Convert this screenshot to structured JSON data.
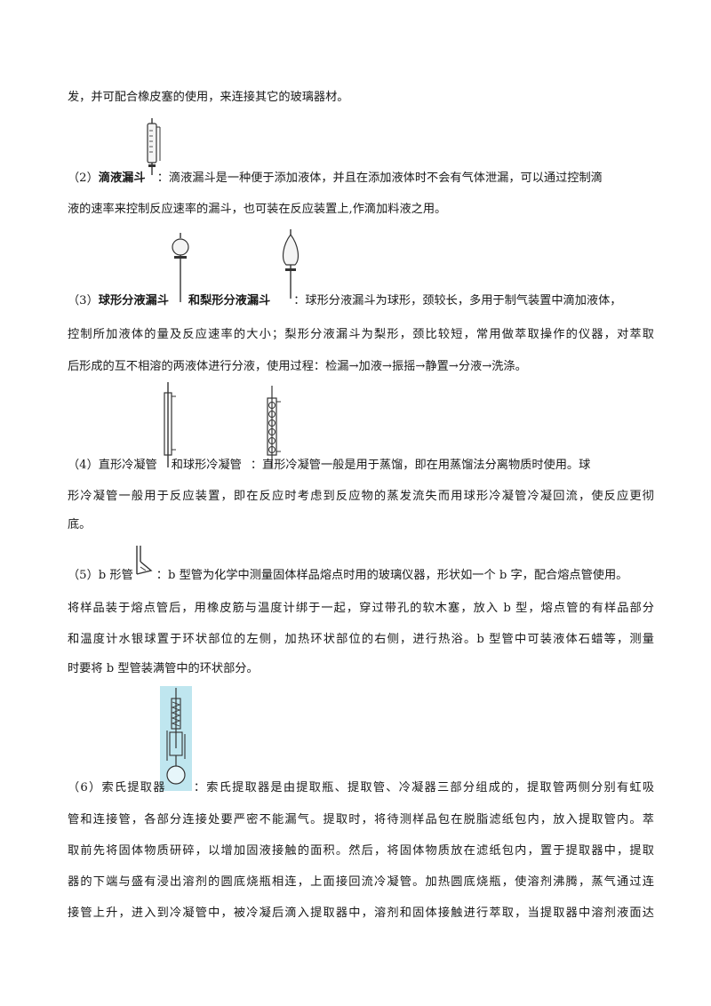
{
  "p0": {
    "l1": "发，并可配合橡皮塞的使用，来连接其它的玻璃器材。"
  },
  "p2": {
    "num": "（2）",
    "name": "滴液漏斗",
    "l1_rest": "：滴液漏斗是一种便于添加液体，并且在添加液体时不会有气体泄漏，可以通过控制滴",
    "l2": "液的速率来控制反应速率的漏斗，也可装在反应装置上,作滴加料液之用。"
  },
  "p3": {
    "num": "（3）",
    "name1": "球形分液漏斗",
    "mid": "和梨形分液漏斗",
    "l1_rest": "：球形分液漏斗为球形，颈较长，多用于制气装置中滴加液体，",
    "l2": "控制所加液体的量及反应速率的大小；梨形分液漏斗为梨形，颈比较短，常用做萃取操作的仪器，对萃取",
    "l3": "后形成的互不相溶的两液体进行分液，使用过程：检漏→加液→振摇→静置→分液→洗涤。"
  },
  "p4": {
    "num": "（4）",
    "name1": "直形冷凝管",
    "mid": "和球形冷凝管",
    "l1_rest": "：直形冷凝管一般是用于蒸馏，即在用蒸馏法分离物质时使用。球",
    "l2": "形冷凝管一般用于反应装置，即在反应时考虑到反应物的蒸发流失而用球形冷凝管冷凝回流，使反应更彻",
    "l3": "底。"
  },
  "p5": {
    "num": "（5）",
    "name": "b 形管",
    "l1_rest": "：b 型管为化学中测量固体样品熔点时用的玻璃仪器，形状如一个 b 字，配合熔点管使用。",
    "l2": "将样品装于熔点管后，用橡皮筋与温度计绑于一起，穿过带孔的软木塞，放入 b 型，熔点管的有样品部分",
    "l3": "和温度计水银球置于环状部位的左侧，加热环状部位的右侧，进行热浴。b 型管中可装液体石蜡等，测量",
    "l4": "时要将 b 型管装满管中的环状部分。"
  },
  "p6": {
    "num": "（6）",
    "name": "索氏提取器",
    "l1_rest": "：索氏提取器是由提取瓶、提取管、冷凝器三部分组成的，提取管两侧分别有虹吸",
    "l2": "管和连接管，各部分连接处要严密不能漏气。提取时，将待测样品包在脱脂滤纸包内，放入提取管内。萃",
    "l3": "取前先将固体物质研碎，以增加固液接触的面积。然后，将固体物质放在滤纸包内，置于提取器中，提取",
    "l4": "器的下端与盛有浸出溶剂的圆底烧瓶相连，上面接回流冷凝管。加热圆底烧瓶，使溶剂沸腾，蒸气通过连",
    "l5": "接管上升，进入到冷凝管中，被冷凝后滴入提取器中，溶剂和固体接触进行萃取，当提取器中溶剂液面达"
  },
  "icons": {
    "dropping_funnel": "dropping-funnel-icon",
    "spherical_funnel": "spherical-separatory-funnel-icon",
    "pear_funnel": "pear-separatory-funnel-icon",
    "straight_condenser": "straight-condenser-icon",
    "bulb_condenser": "bulb-condenser-icon",
    "thiele_tube": "thiele-tube-icon",
    "soxhlet": "soxhlet-extractor-icon"
  },
  "colors": {
    "text": "#1a1a1a",
    "soxhlet_bg": "#bfe6ef"
  }
}
